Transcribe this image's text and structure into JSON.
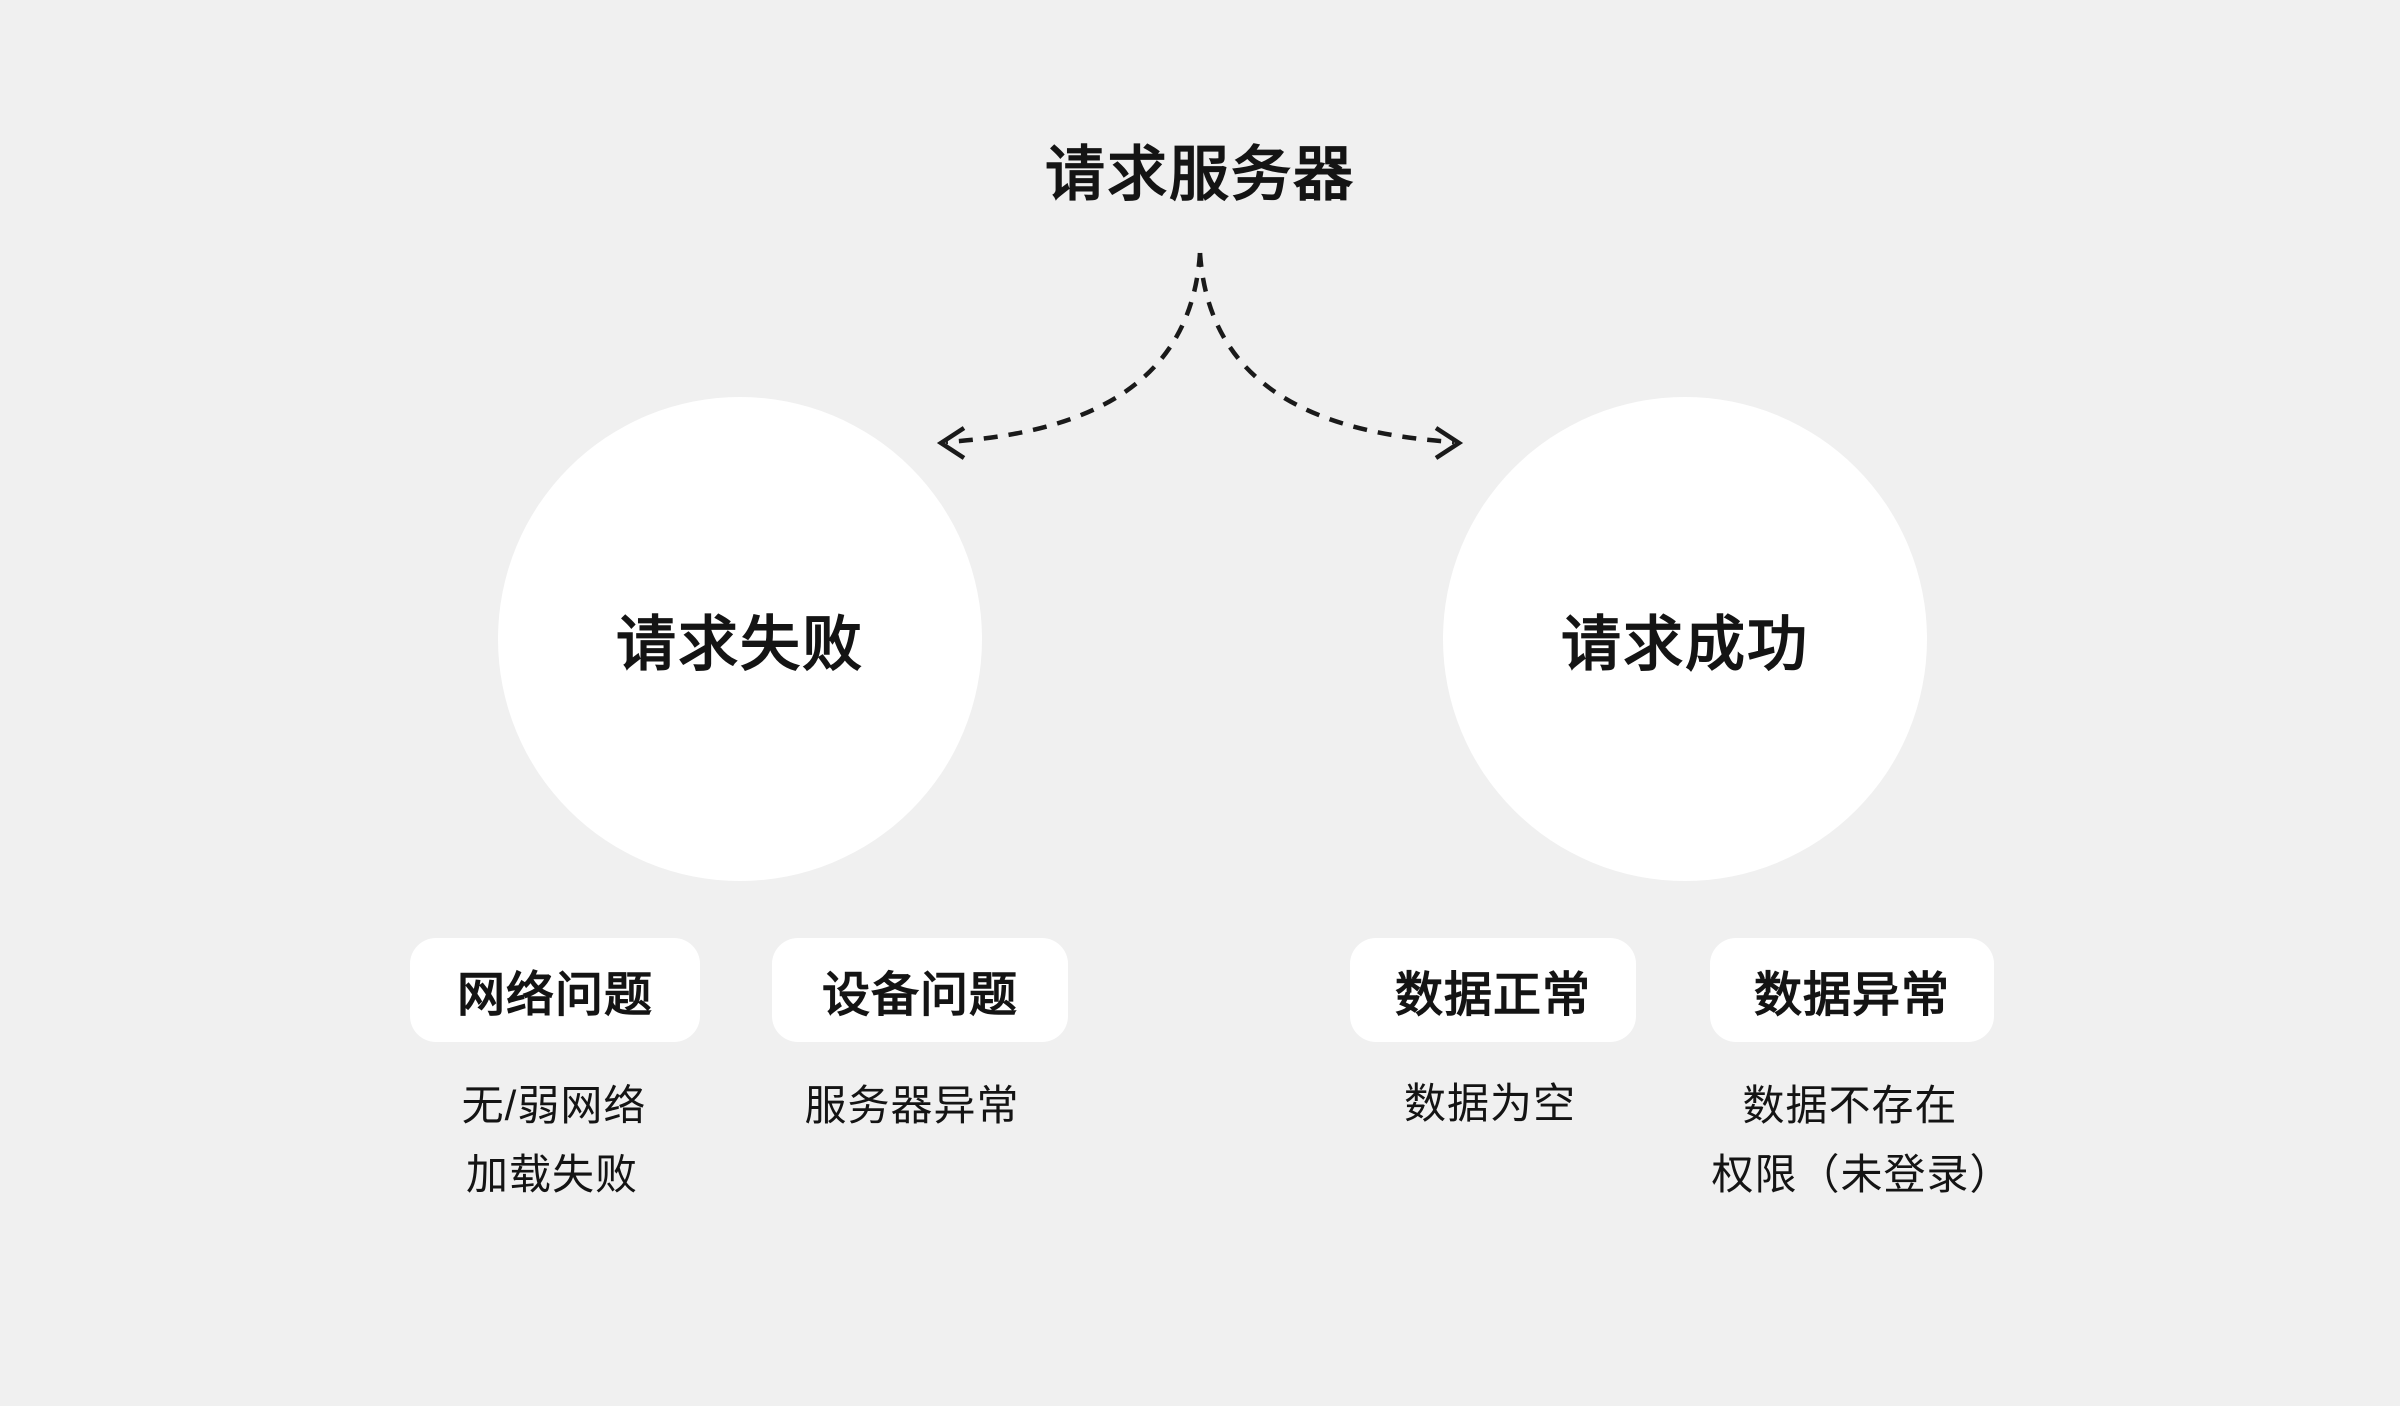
{
  "colors": {
    "background": "#f0f0f0",
    "node_fill": "#ffffff",
    "text": "#141414",
    "arrow": "#1a1a1a"
  },
  "root": {
    "label": "请求服务器"
  },
  "branches": [
    {
      "label": "请求失败",
      "children": [
        {
          "label": "网络问题",
          "notes": [
            "无/弱网络",
            "加载失败"
          ]
        },
        {
          "label": "设备问题",
          "notes": [
            "服务器异常"
          ]
        }
      ]
    },
    {
      "label": "请求成功",
      "children": [
        {
          "label": "数据正常",
          "notes": [
            "数据为空"
          ]
        },
        {
          "label": "数据异常",
          "notes": [
            "数据不存在",
            "权限（未登录）"
          ]
        }
      ]
    }
  ]
}
